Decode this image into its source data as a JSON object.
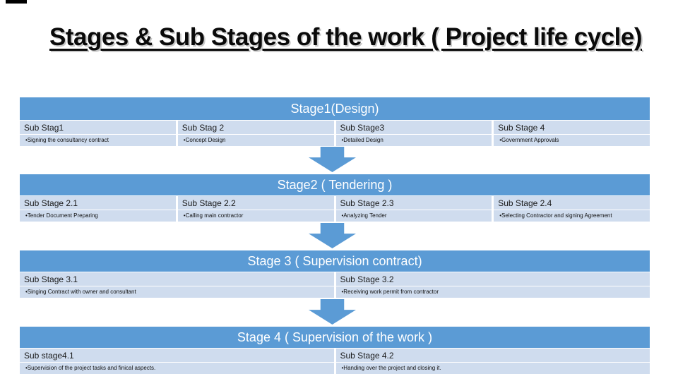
{
  "title": "Stages & Sub Stages of the work ( Project life cycle)",
  "colors": {
    "stage_header_bg": "#5B9BD5",
    "substage_row_bg": "#CFDCEE",
    "arrow_blue": "#5B9BD5",
    "stage_header_text": "#FFFFFF",
    "body_text": "#1A1A1A",
    "title_text": "#0A0A0A"
  },
  "stages": [
    {
      "header": "Stage1(Design)",
      "columns": [
        {
          "title": "Sub Stag1",
          "bullet": "•Signing the consultancy contract"
        },
        {
          "title": "Sub Stag 2",
          "bullet": "•Concept Design"
        },
        {
          "title": "Sub Stage3",
          "bullet": "•Detailed Design"
        },
        {
          "title": "Sub Stage 4",
          "bullet": "•Government Approvals"
        }
      ]
    },
    {
      "header": "Stage2 ( Tendering )",
      "columns": [
        {
          "title": "Sub Stage 2.1",
          "bullet": "•Tender Document Preparing"
        },
        {
          "title": "Sub Stage 2.2",
          "bullet": "•Calling main contractor"
        },
        {
          "title": "Sub Stage 2.3",
          "bullet": "•Analyzing Tender"
        },
        {
          "title": "Sub Stage 2.4",
          "bullet": "•Selecting Contractor and signing Agreement"
        }
      ]
    },
    {
      "header": "Stage 3 ( Supervision contract)",
      "columns": [
        {
          "title": "Sub Stage 3.1",
          "bullet": "•Singing Contract with owner and consultant"
        },
        {
          "title": "Sub Stage 3.2",
          "bullet": "•Receiving work permit from contractor"
        }
      ]
    },
    {
      "header": "Stage 4 ( Supervision of the work )",
      "columns": [
        {
          "title": "Sub stage4.1",
          "bullet": "•Supervision of the project tasks and finical aspects."
        },
        {
          "title": "Sub Stage 4.2",
          "bullet": "•Handing over the project and closing it."
        }
      ]
    }
  ]
}
